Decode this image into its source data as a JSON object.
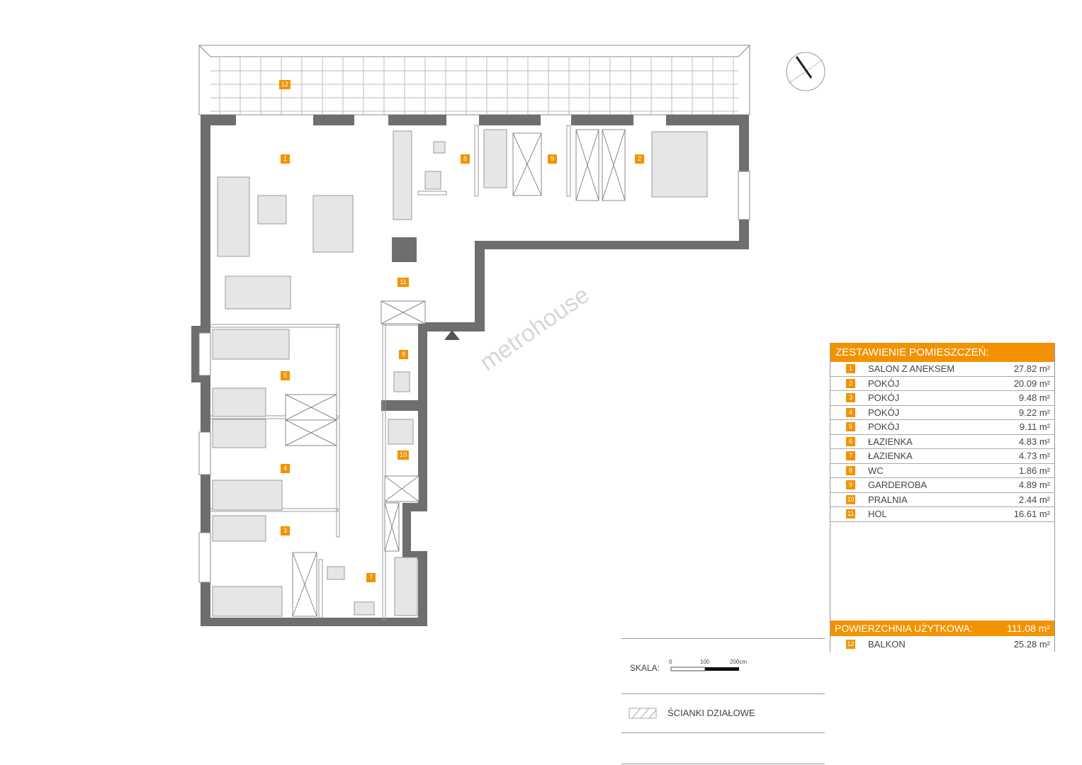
{
  "watermark": "metrohouse",
  "room_labels": [
    "1",
    "2",
    "3",
    "4",
    "5",
    "6",
    "7",
    "8",
    "9",
    "10",
    "11",
    "12"
  ],
  "table": {
    "title": "ZESTAWIENIE POMIESZCZEŃ:",
    "rows": [
      {
        "n": "1",
        "name": "SALON Z ANEKSEM",
        "area": "27.82 m²"
      },
      {
        "n": "2",
        "name": "POKÓJ",
        "area": "20.09 m²"
      },
      {
        "n": "3",
        "name": "POKÓJ",
        "area": "9.48 m²"
      },
      {
        "n": "4",
        "name": "POKÓJ",
        "area": "9.22 m²"
      },
      {
        "n": "5",
        "name": "POKÓJ",
        "area": "9.11 m²"
      },
      {
        "n": "6",
        "name": "ŁAZIENKA",
        "area": "4.83 m²"
      },
      {
        "n": "7",
        "name": "ŁAZIENKA",
        "area": "4.73 m²"
      },
      {
        "n": "8",
        "name": "WC",
        "area": "1.86 m²"
      },
      {
        "n": "9",
        "name": "GARDEROBA",
        "area": "4.89 m²"
      },
      {
        "n": "10",
        "name": "PRALNIA",
        "area": "2.44 m²"
      },
      {
        "n": "11",
        "name": "HOL",
        "area": "16.61 m²"
      }
    ],
    "total_label": "POWIERZCHNIA UŻYTKOWA:",
    "total_value": "111.08 m²",
    "balcony": {
      "n": "12",
      "name": "BALKON",
      "area": "25.28 m²"
    }
  },
  "legend": {
    "scale_label": "SKALA:",
    "scale_ticks": [
      "0",
      "100",
      "200cm"
    ],
    "partition_label": "ŚCIANKI DZIAŁOWE"
  },
  "colors": {
    "accent": "#f39200",
    "wall": "#6e6e6e"
  }
}
